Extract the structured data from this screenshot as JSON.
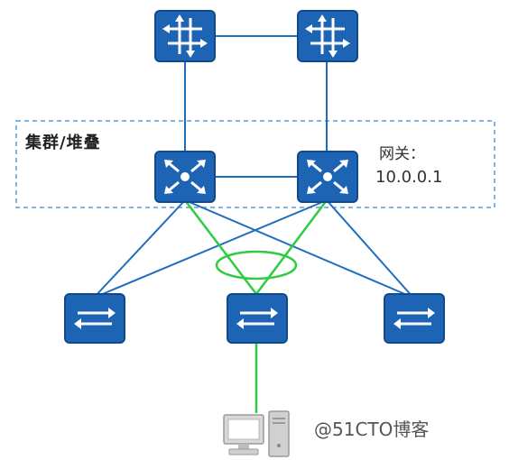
{
  "cluster": {
    "label": "集群/堆叠"
  },
  "gateway": {
    "label": "网关：",
    "ip": "10.0.0.1"
  },
  "watermark": "@51CTO博客",
  "colors": {
    "device_fill": "#1e64b4",
    "device_border": "#0f4a91",
    "link_blue": "#1f6dbe",
    "link_green": "#2ecc40",
    "dashed_box": "#5a9bd5"
  },
  "devices": [
    {
      "name": "router-left-icon"
    },
    {
      "name": "router-right-icon"
    },
    {
      "name": "core-switch-left-icon"
    },
    {
      "name": "core-switch-right-icon"
    },
    {
      "name": "access-switch-left-icon"
    },
    {
      "name": "access-switch-middle-icon"
    },
    {
      "name": "access-switch-right-icon"
    },
    {
      "name": "pc-icon"
    }
  ]
}
